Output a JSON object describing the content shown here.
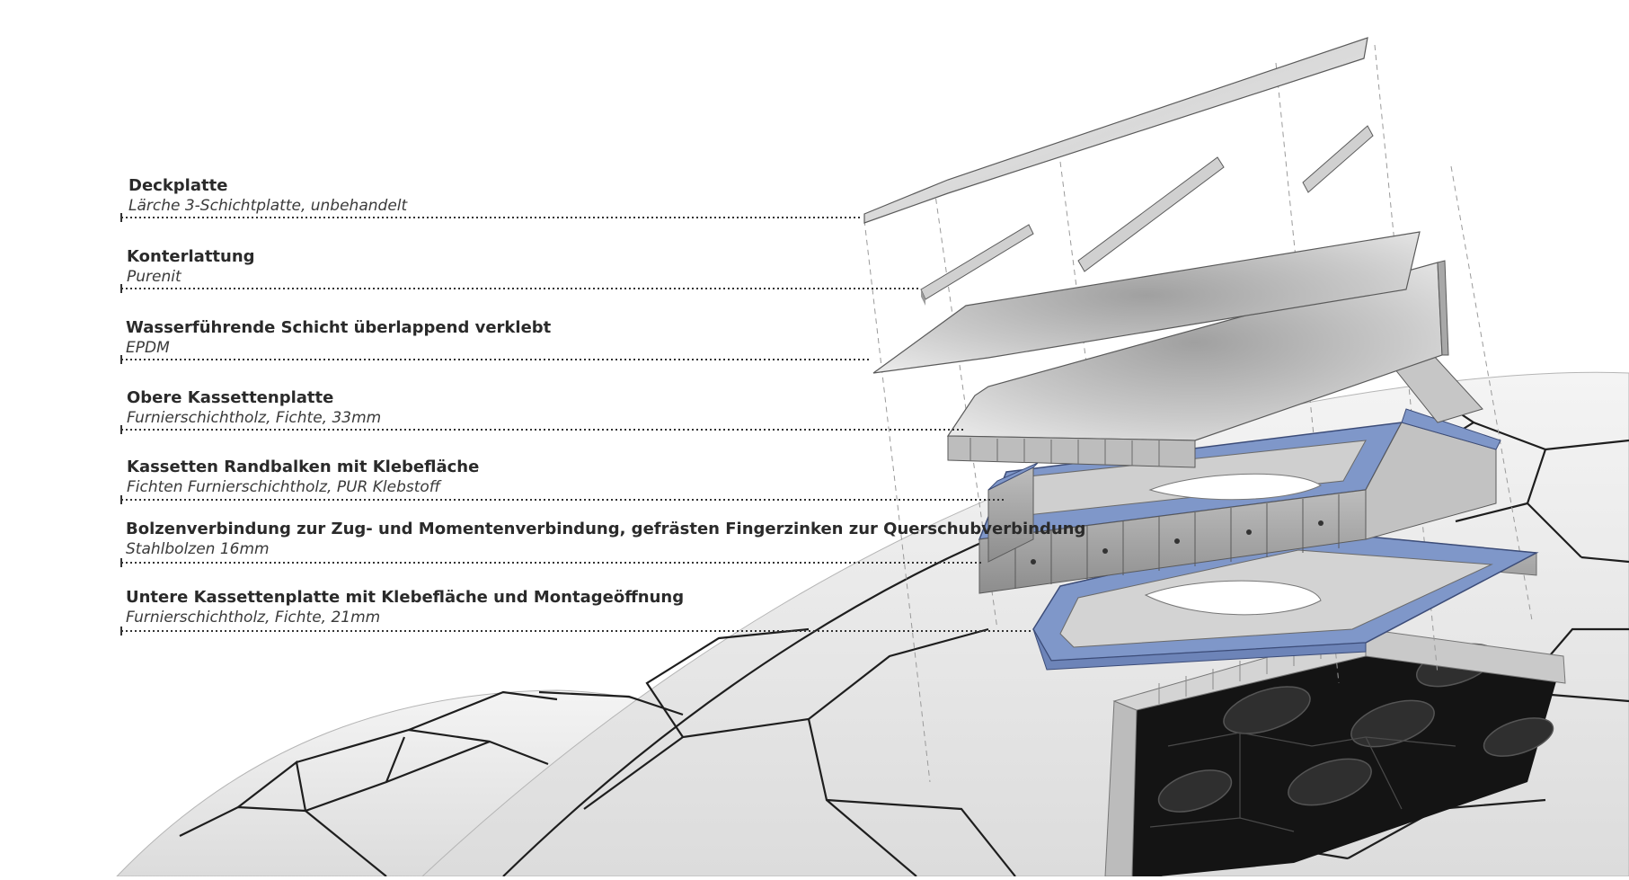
{
  "layers": [
    {
      "title": "Deckplatte",
      "subtitle": "Lärche 3-Schichtplatte, unbehandelt"
    },
    {
      "title": "Konterlattung",
      "subtitle": "Purenit"
    },
    {
      "title": "Wasserführende Schicht überlappend verklebt",
      "subtitle": "EPDM"
    },
    {
      "title": "Obere Kassettenplatte",
      "subtitle": "Furnierschichtholz, Fichte, 33mm"
    },
    {
      "title": "Kassetten Randbalken mit Klebefläche",
      "subtitle": "Fichten Furnierschichtholz, PUR Klebstoff"
    },
    {
      "title": "Bolzenverbindung zur Zug- und Momentenverbindung, gefrästen Fingerzinken zur Querschubverbindung",
      "subtitle": "Stahlbolzen 16mm"
    },
    {
      "title": "Untere Kassettenplatte mit Klebefläche und  Montageöffnung",
      "subtitle": "Furnierschichtholz, Fichte, 21mm"
    }
  ],
  "colors": {
    "text": "#2a2a2a",
    "leader": "#333333",
    "panel_light": "#f0f0f0",
    "panel_mid": "#c8c8c8",
    "panel_dark": "#8a8a8a",
    "adhesive_blue": "#7f97c9",
    "tile_seam": "#1e1e1e",
    "cavity": "#141414"
  }
}
